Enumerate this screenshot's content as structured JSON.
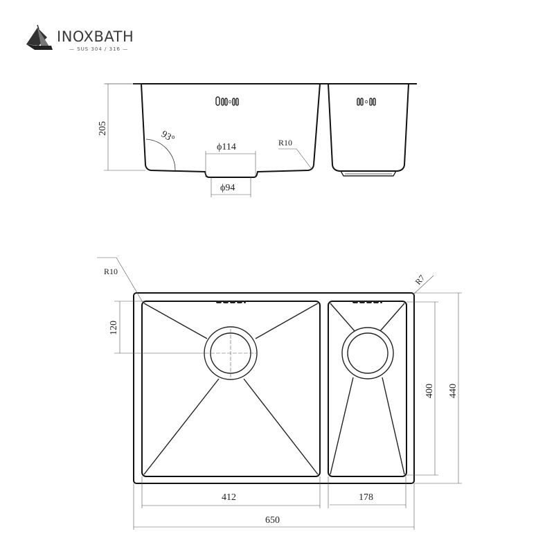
{
  "brand": {
    "name": "INOXBATH",
    "subtitle": "— SUS 304 / 316 —"
  },
  "side_view": {
    "depth": "205",
    "angle": "93°",
    "radius": "R10",
    "outlet_outer": "ϕ114",
    "outlet_inner": "ϕ94",
    "overflow_symbol": "O00∘00",
    "small_overflow_symbol": "00∘00"
  },
  "top_view": {
    "inner_radius": "R10",
    "outer_radius": "R7",
    "drain_offset": "120",
    "bowl_depth": "400",
    "overall_depth": "440",
    "large_bowl_width": "412",
    "small_bowl_width": "178",
    "overall_width": "650"
  },
  "colors": {
    "line": "#111111",
    "background": "#ffffff"
  }
}
